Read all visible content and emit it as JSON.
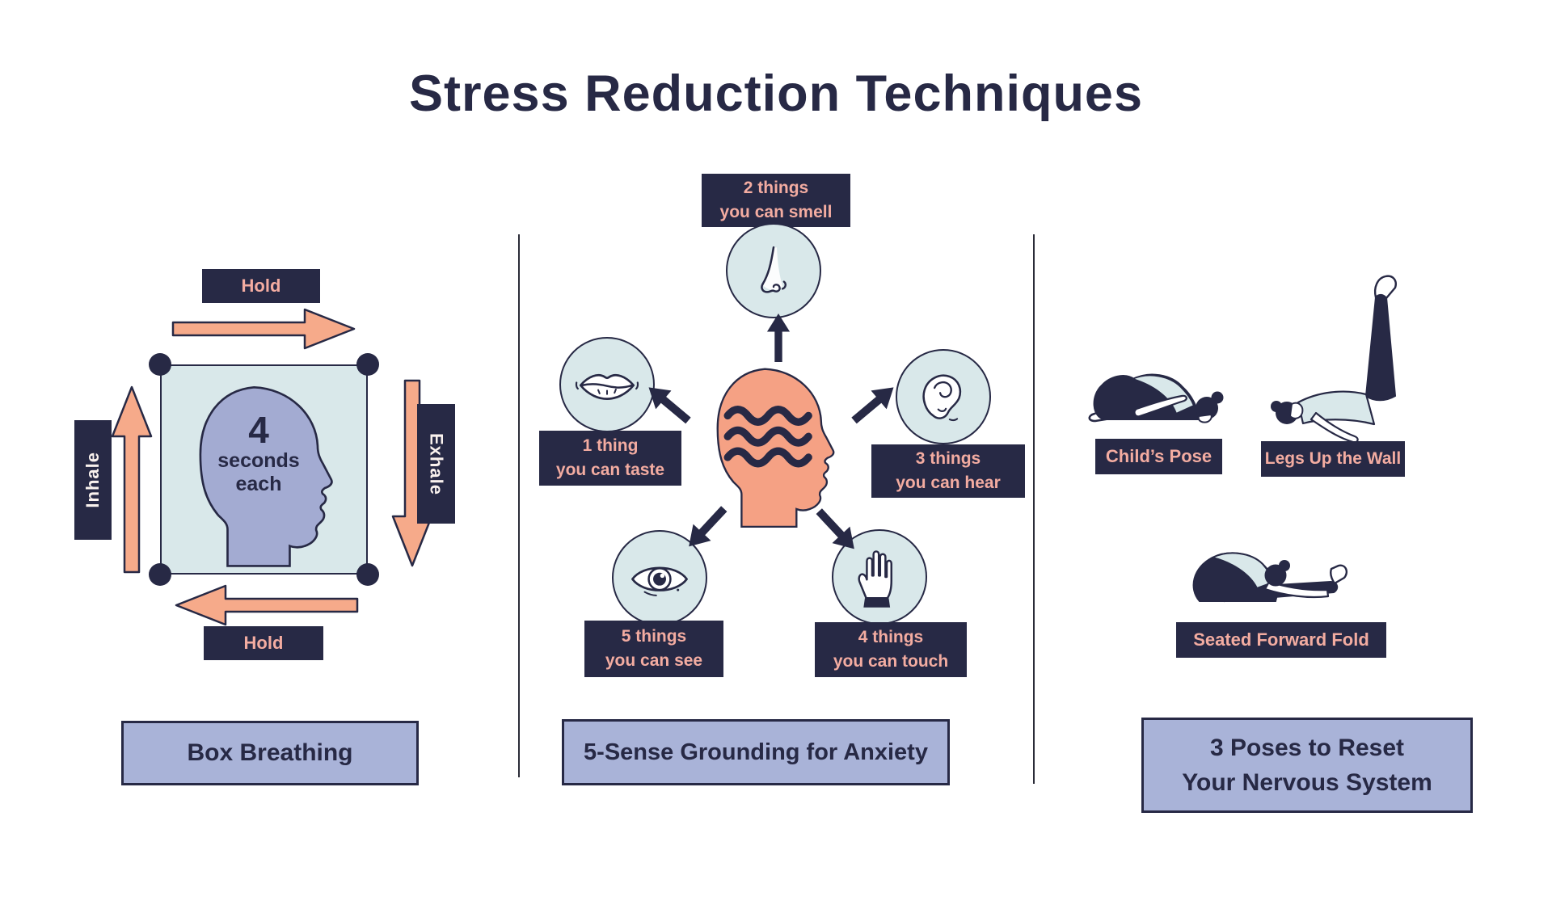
{
  "title": "Stress Reduction Techniques",
  "colors": {
    "navy": "#272945",
    "salmon_text": "#F3ACA1",
    "salmon_arrow": "#F6AA8A",
    "light_blue": "#D9E8EA",
    "periwinkle": "#A9B3D8",
    "head_periwinkle": "#A3ABD2",
    "background": "#FFFFFF"
  },
  "box_breathing": {
    "footer": "Box Breathing",
    "hold_top": "Hold",
    "hold_bottom": "Hold",
    "inhale": "Inhale",
    "exhale": "Exhale",
    "count": "4",
    "count_line1": "seconds",
    "count_line2": "each"
  },
  "grounding": {
    "footer": "5-Sense Grounding for Anxiety",
    "smell": {
      "line1": "2 things",
      "line2": "you can smell"
    },
    "taste": {
      "line1": "1 thing",
      "line2": "you can taste"
    },
    "hear": {
      "line1": "3 things",
      "line2": "you can hear"
    },
    "see": {
      "line1": "5 things",
      "line2": "you can see"
    },
    "touch": {
      "line1": "4 things",
      "line2": "you can touch"
    }
  },
  "poses": {
    "footer_line1": "3 Poses to Reset",
    "footer_line2": "Your Nervous System",
    "childs_pose": "Child’s Pose",
    "legs_up": "Legs Up the Wall",
    "forward_fold": "Seated Forward Fold"
  }
}
